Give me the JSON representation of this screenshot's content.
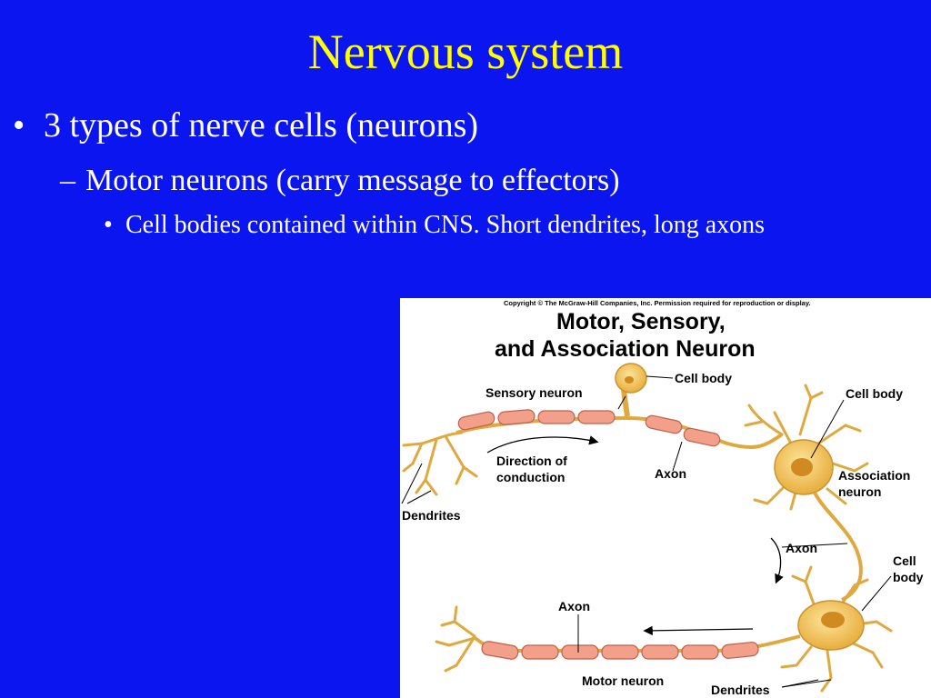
{
  "slide": {
    "title": "Nervous system",
    "bullet_1": "3 types of nerve cells (neurons)",
    "bullet_1_marker": "•",
    "bullet_2": "Motor neurons (carry message to effectors)",
    "bullet_2_marker": "–",
    "bullet_3": "Cell bodies contained within CNS. Short dendrites, long axons",
    "bullet_3_marker": "•"
  },
  "figure": {
    "copyright": "Copyright © The McGraw-Hill Companies, Inc. Permission required for reproduction or display.",
    "title_line1": "Motor, Sensory,",
    "title_line2": "and Association Neuron",
    "labels": {
      "cell_body_top": "Cell body",
      "sensory_neuron": "Sensory neuron",
      "cell_body_right": "Cell body",
      "direction_line1": "Direction of",
      "direction_line2": "conduction",
      "axon_top": "Axon",
      "association_line1": "Association",
      "association_line2": "neuron",
      "dendrites_left": "Dendrites",
      "axon_middle": "Axon",
      "cell_body_lower_line1": "Cell",
      "cell_body_lower_line2": "body",
      "axon_bottom": "Axon",
      "motor_neuron": "Motor neuron",
      "dendrites_bottom": "Dendrites"
    },
    "colors": {
      "neuron_fill": "#f2c25a",
      "neuron_stroke": "#c89430",
      "myelin_fill": "#f2a08a",
      "myelin_stroke": "#c0604a",
      "nucleus": "#d08a20"
    }
  }
}
